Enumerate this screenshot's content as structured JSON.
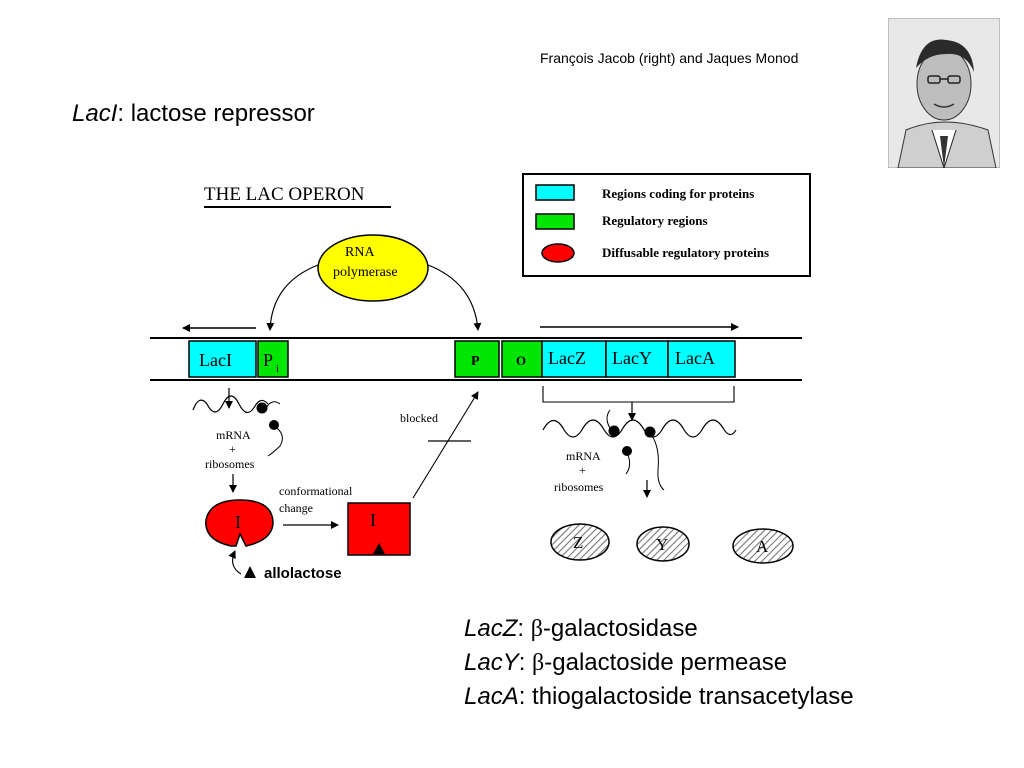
{
  "caption": "François Jacob (right) and Jaques Monod",
  "heading": {
    "gene": "LacI",
    "rest": ": lactose repressor"
  },
  "diagram": {
    "title": "THE LAC OPERON",
    "legend": [
      {
        "label": "Regions coding for proteins",
        "color": "#00ffff"
      },
      {
        "label": "Regulatory regions",
        "color": "#00e600"
      },
      {
        "label": "Diffusable regulatory proteins",
        "color": "#ff0000"
      }
    ],
    "rna_polymerase": {
      "line1": "RNA",
      "line2": "polymerase"
    },
    "segments": {
      "laci": "LacI",
      "pi_main": "P",
      "pi_sub": "i",
      "p": "P",
      "o": "O",
      "lacz": "LacZ",
      "lacy": "LacY",
      "laca": "LacA"
    },
    "blocked": "blocked",
    "left_mrna": {
      "line1": "mRNA",
      "line2": "+",
      "line3": "ribosomes"
    },
    "right_mrna": {
      "line1": "mRNA",
      "line2": "+",
      "line3": "ribosomes"
    },
    "conformational": {
      "line1": "conformational",
      "line2": "change"
    },
    "repressor_label": "I",
    "repressor_changed_label": "I",
    "allolactose": "allolactose",
    "proteins": [
      "Z",
      "Y",
      "A"
    ]
  },
  "genes": [
    {
      "name": "LacZ",
      "symbol": "β",
      "desc": "-galactosidase"
    },
    {
      "name": "LacY",
      "symbol": "β",
      "desc": "-galactoside permease"
    },
    {
      "name": "LacA",
      "symbol": "",
      "desc": ": thiogalactoside transacetylase"
    }
  ]
}
